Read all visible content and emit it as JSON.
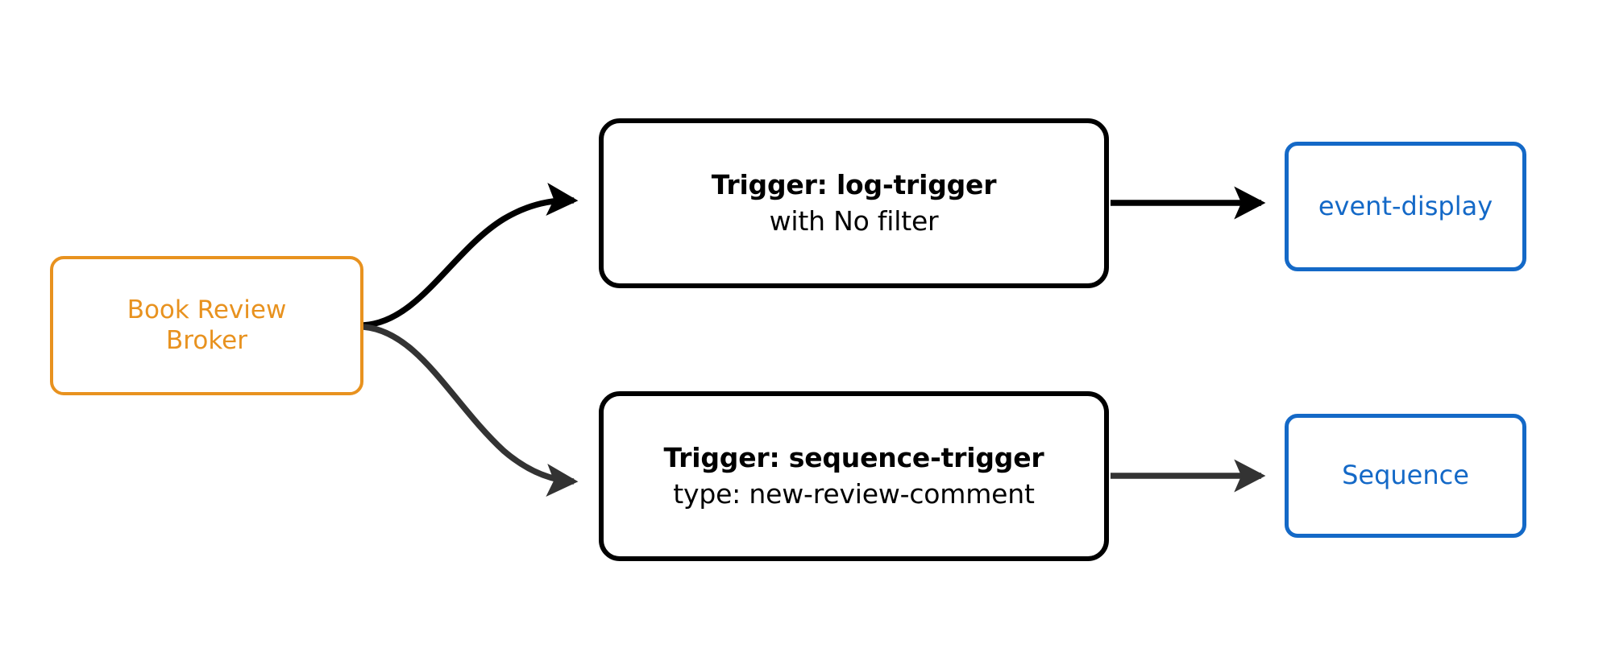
{
  "diagram": {
    "title": "Broker trigger routing diagram",
    "background_color": "#ffffff",
    "colors": {
      "broker_orange": "#e8921f",
      "trigger_black": "#000000",
      "sink_blue": "#1469c7",
      "edge_black": "#000000",
      "edge_gray": "#333333"
    }
  },
  "broker": {
    "name": "broker",
    "line1": "Book Review",
    "line2": "Broker",
    "color": "#e8921f"
  },
  "triggers": [
    {
      "id": "log-trigger",
      "title": "Trigger: log-trigger",
      "subtitle": "with No filter",
      "color": "#000000"
    },
    {
      "id": "sequence-trigger",
      "title": "Trigger: sequence-trigger",
      "subtitle": "type: new-review-comment",
      "color": "#000000"
    }
  ],
  "sinks": [
    {
      "id": "event-display",
      "label": "event-display",
      "color": "#1469c7"
    },
    {
      "id": "sequence",
      "label": "Sequence",
      "color": "#1469c7"
    }
  ],
  "edges": [
    {
      "id": "broker-to-log-trigger",
      "from": "broker",
      "to": "log-trigger",
      "style": "curved",
      "color": "#000000",
      "arrowhead": "filled-triangle"
    },
    {
      "id": "broker-to-sequence-trigger",
      "from": "broker",
      "to": "sequence-trigger",
      "style": "curved",
      "color": "#333333",
      "arrowhead": "filled-triangle"
    },
    {
      "id": "log-trigger-to-event-display",
      "from": "log-trigger",
      "to": "event-display",
      "style": "straight",
      "color": "#000000",
      "arrowhead": "filled-triangle"
    },
    {
      "id": "sequence-trigger-to-sequence",
      "from": "sequence-trigger",
      "to": "sequence",
      "style": "straight",
      "color": "#333333",
      "arrowhead": "filled-triangle"
    }
  ]
}
